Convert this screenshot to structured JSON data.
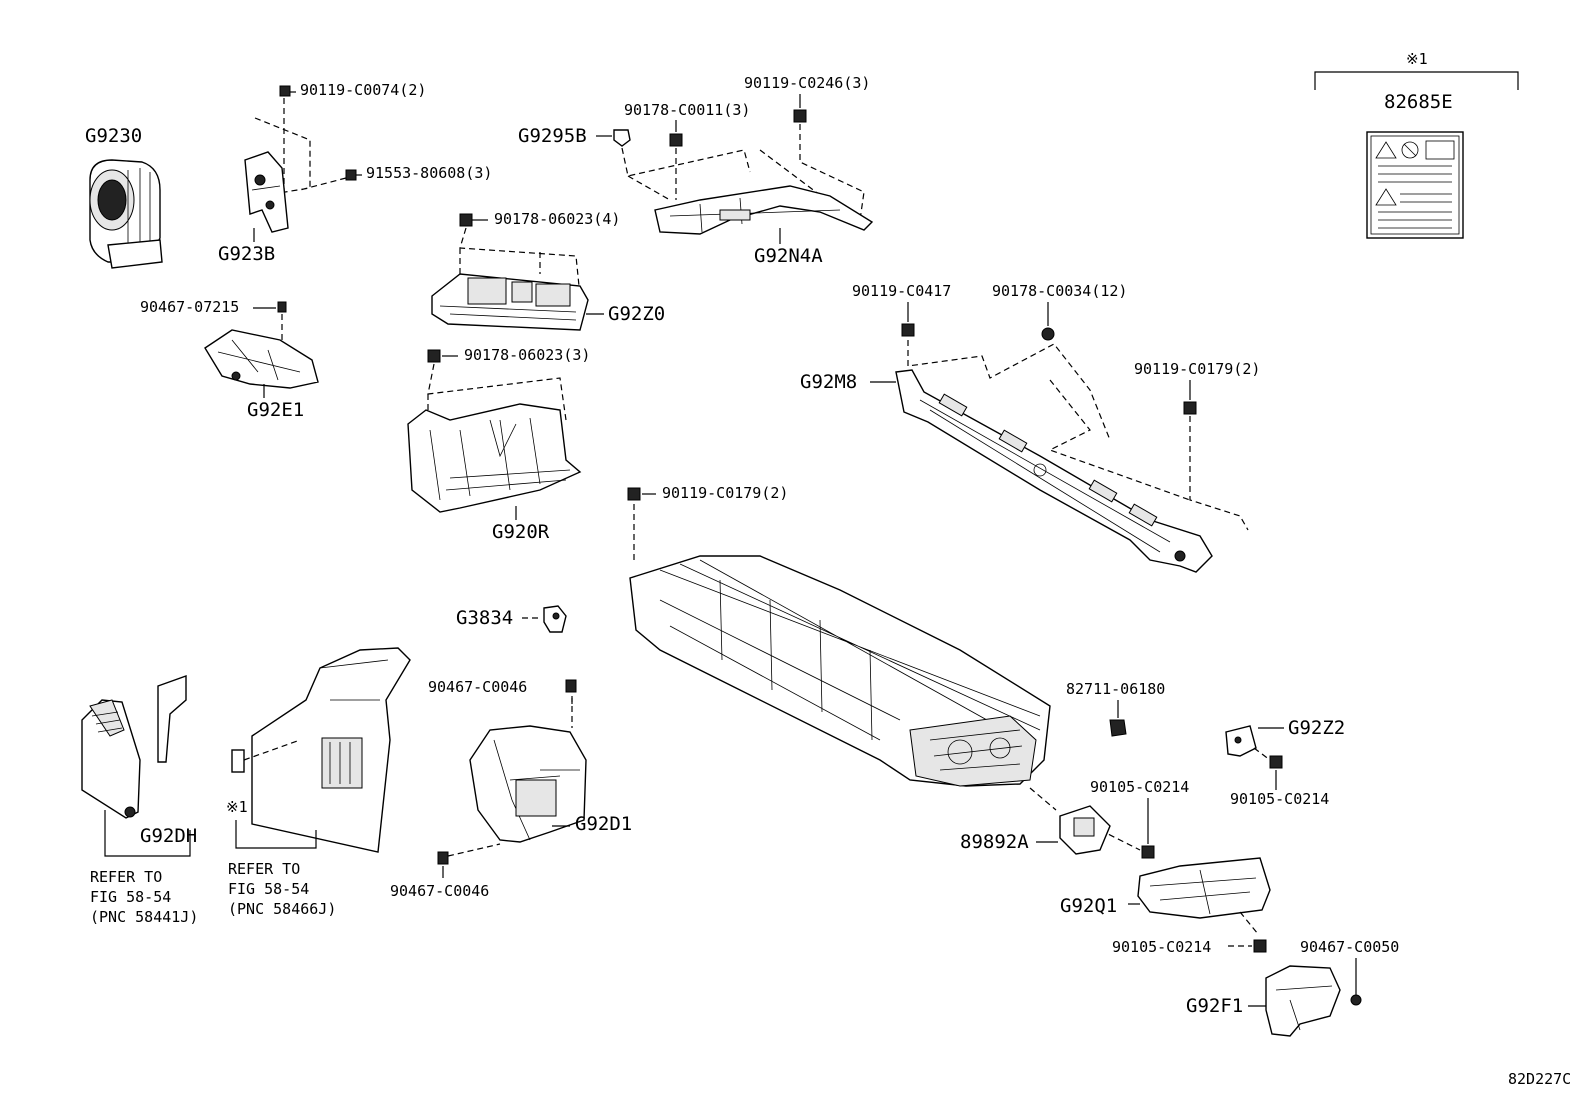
{
  "diagram_code": "82D227C",
  "note_symbol": "※1",
  "note_label": "※1",
  "labels": {
    "g9230": "G9230",
    "g923b": "G923B",
    "p90119_c0074": "90119-C0074(2)",
    "p91553_80608": "91553-80608(3)",
    "p90467_07215": "90467-07215",
    "g92e1": "G92E1",
    "g9295b": "G9295B",
    "p90178_c0011": "90178-C0011(3)",
    "p90119_c0246": "90119-C0246(3)",
    "g92n4a": "G92N4A",
    "p90178_06023_4": "90178-06023(4)",
    "g92z0": "G92Z0",
    "p90178_06023_3": "90178-06023(3)",
    "g920r": "G920R",
    "p82685e": "82685E",
    "p90119_c0417": "90119-C0417",
    "p90178_c0034": "90178-C0034(12)",
    "g92m8": "G92M8",
    "p90119_c0179_a": "90119-C0179(2)",
    "p90119_c0179_b": "90119-C0179(2)",
    "g3834": "G3834",
    "p90467_c0046_a": "90467-C0046",
    "p90467_c0046_b": "90467-C0046",
    "g92d1": "G92D1",
    "g92dh": "G92DH",
    "refer1_line1": "REFER TO",
    "refer1_line2": "FIG 58-54",
    "refer1_line3": "(PNC 58441J)",
    "refer2_line1": "REFER TO",
    "refer2_line2": "FIG 58-54",
    "refer2_line3": "(PNC 58466J)",
    "p82711_06180": "82711-06180",
    "g92z2": "G92Z2",
    "p90105_c0214_a": "90105-C0214",
    "p90105_c0214_b": "90105-C0214",
    "p90105_c0214_c": "90105-C0214",
    "p89892a": "89892A",
    "g92q1": "G92Q1",
    "p90467_c0050": "90467-C0050",
    "g92f1": "G92F1"
  }
}
